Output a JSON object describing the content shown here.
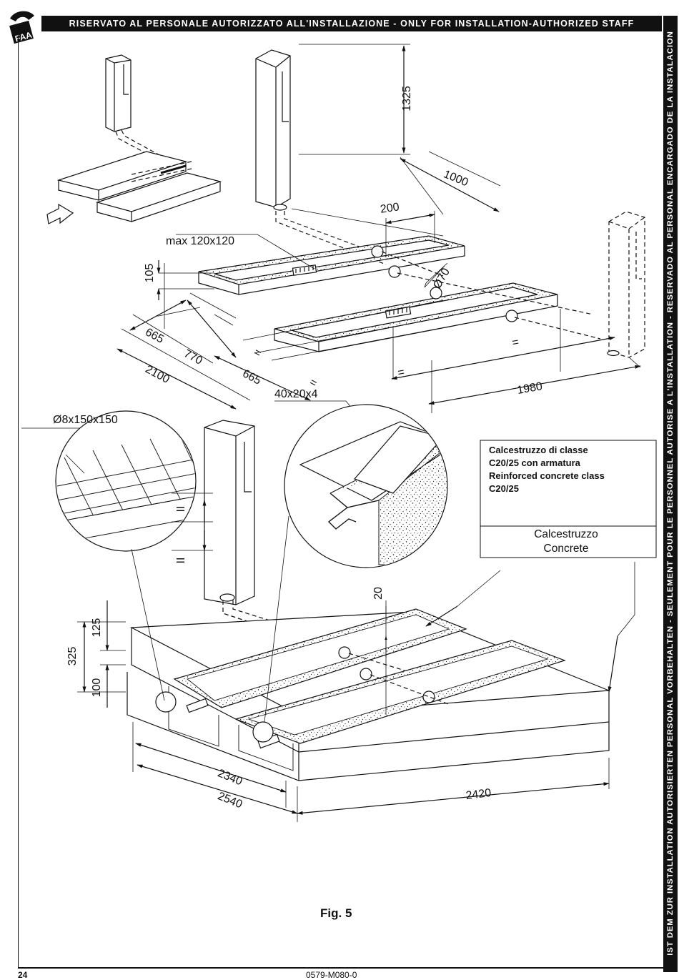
{
  "header": {
    "text": "RISERVATO AL PERSONALE AUTORIZZATO ALL'INSTALLAZIONE - ONLY FOR INSTALLATION-AUTHORIZED STAFF"
  },
  "sidebar": {
    "text": "IST DEM ZUR INSTALLATION AUTORISIERTEN PERSONAL VORBEHALTEN - SEULEMENT POUR LE PERSONNEL AUTORISE A L'INSTALLATION - RESERVADO AL PERSONAL ENCARGADO DE LA INSTALACION"
  },
  "footer": {
    "page_number": "24",
    "doc_code": "0579-M080-0"
  },
  "figure": {
    "caption": "Fig. 5"
  },
  "dimensions": {
    "d1325": "1325",
    "d1000": "1000",
    "d200": "200",
    "d70": "Ø70",
    "max_opening": "max 120x120",
    "d105": "105",
    "d665a": "665",
    "d770": "770",
    "d665b": "665",
    "d2100": "2100",
    "d1980": "1980",
    "eq": "=",
    "par": "II",
    "mesh": "Ø8x150x150",
    "profile": "40x20x4",
    "d20": "20",
    "d125": "125",
    "d325": "325",
    "d100": "100",
    "d2340": "2340",
    "d2540": "2540",
    "d2420": "2420"
  },
  "legend": {
    "reinforced": [
      "Calcestruzzo di classe",
      "C20/25 con armatura",
      "Reinforced concrete class",
      "C20/25"
    ],
    "plain": [
      "Calcestruzzo",
      "Concrete"
    ]
  },
  "colors": {
    "ink": "#111111",
    "fill": "#ffffff"
  }
}
